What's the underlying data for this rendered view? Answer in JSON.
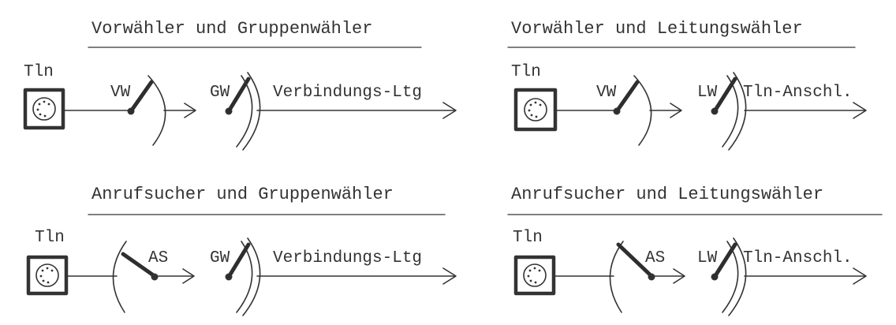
{
  "panels": {
    "tl": {
      "title": "Vorwähler und Gruppenwähler",
      "subscriber": "Tln",
      "switch1": "VW",
      "switch2": "GW",
      "line": "Verbindungs-Ltg"
    },
    "tr": {
      "title": "Vorwähler und Leitungswähler",
      "subscriber": "Tln",
      "switch1": "VW",
      "switch2": "LW",
      "line": "Tln-Anschl."
    },
    "bl": {
      "title": "Anrufsucher und Gruppenwähler",
      "subscriber": "Tln",
      "switch1": "AS",
      "switch2": "GW",
      "line": "Verbindungs-Ltg"
    },
    "br": {
      "title": "Anrufsucher und Leitungswähler",
      "subscriber": "Tln",
      "switch1": "AS",
      "switch2": "LW",
      "line": "Tln-Anschl."
    }
  },
  "colors": {
    "ink": "#333333",
    "background": "#ffffff"
  }
}
